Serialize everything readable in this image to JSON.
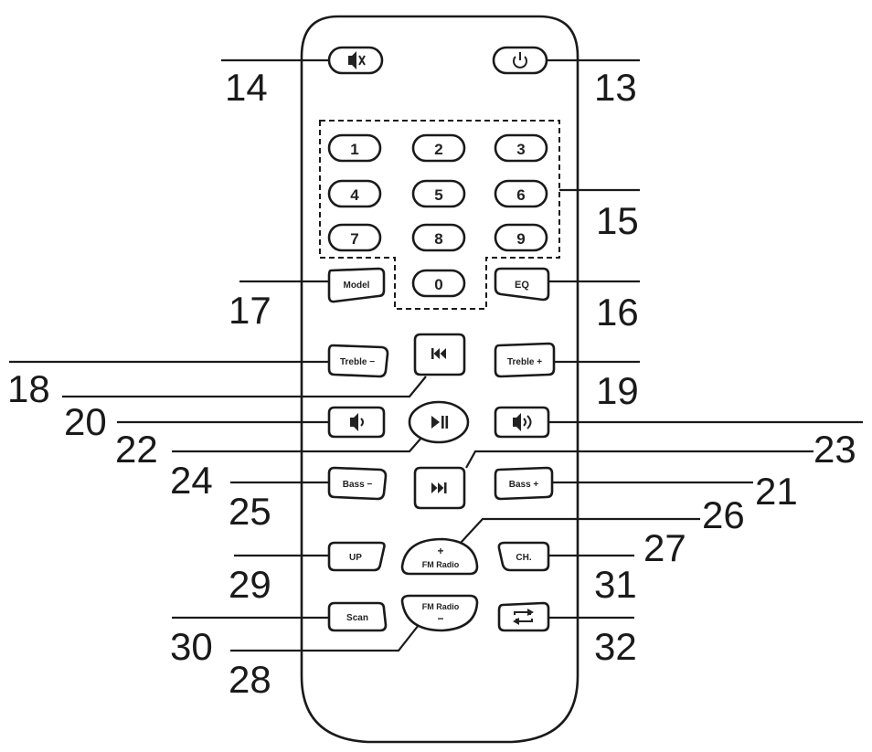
{
  "remote": {
    "keys": {
      "num1": "1",
      "num2": "2",
      "num3": "3",
      "num4": "4",
      "num5": "5",
      "num6": "6",
      "num7": "7",
      "num8": "8",
      "num9": "9",
      "num0": "0",
      "mode": "Model",
      "eq": "EQ",
      "treble_minus": "Treble −",
      "treble_plus": "Treble +",
      "bass_minus": "Bass −",
      "bass_plus": "Bass +",
      "up": "UP",
      "ch": "CH.",
      "scan": "Scan",
      "fm_plus_symbol": "+",
      "fm_plus_label": "FM Radio",
      "fm_minus_label": "FM Radio",
      "fm_minus_symbol": "−"
    },
    "icons": {
      "mute": "mute-icon",
      "power": "power-icon",
      "prev": "previous-track-icon",
      "next": "next-track-icon",
      "play_pause": "play-pause-icon",
      "vol_down": "volume-down-icon",
      "vol_up": "volume-up-icon",
      "repeat": "repeat-icon"
    }
  },
  "callouts": {
    "c13": "13",
    "c14": "14",
    "c15": "15",
    "c16": "16",
    "c17": "17",
    "c18": "18",
    "c19": "19",
    "c20": "20",
    "c21": "21",
    "c22": "22",
    "c23": "23",
    "c24": "24",
    "c25": "25",
    "c26": "26",
    "c27": "27",
    "c28": "28",
    "c29": "29",
    "c30": "30",
    "c31": "31",
    "c32": "32"
  }
}
